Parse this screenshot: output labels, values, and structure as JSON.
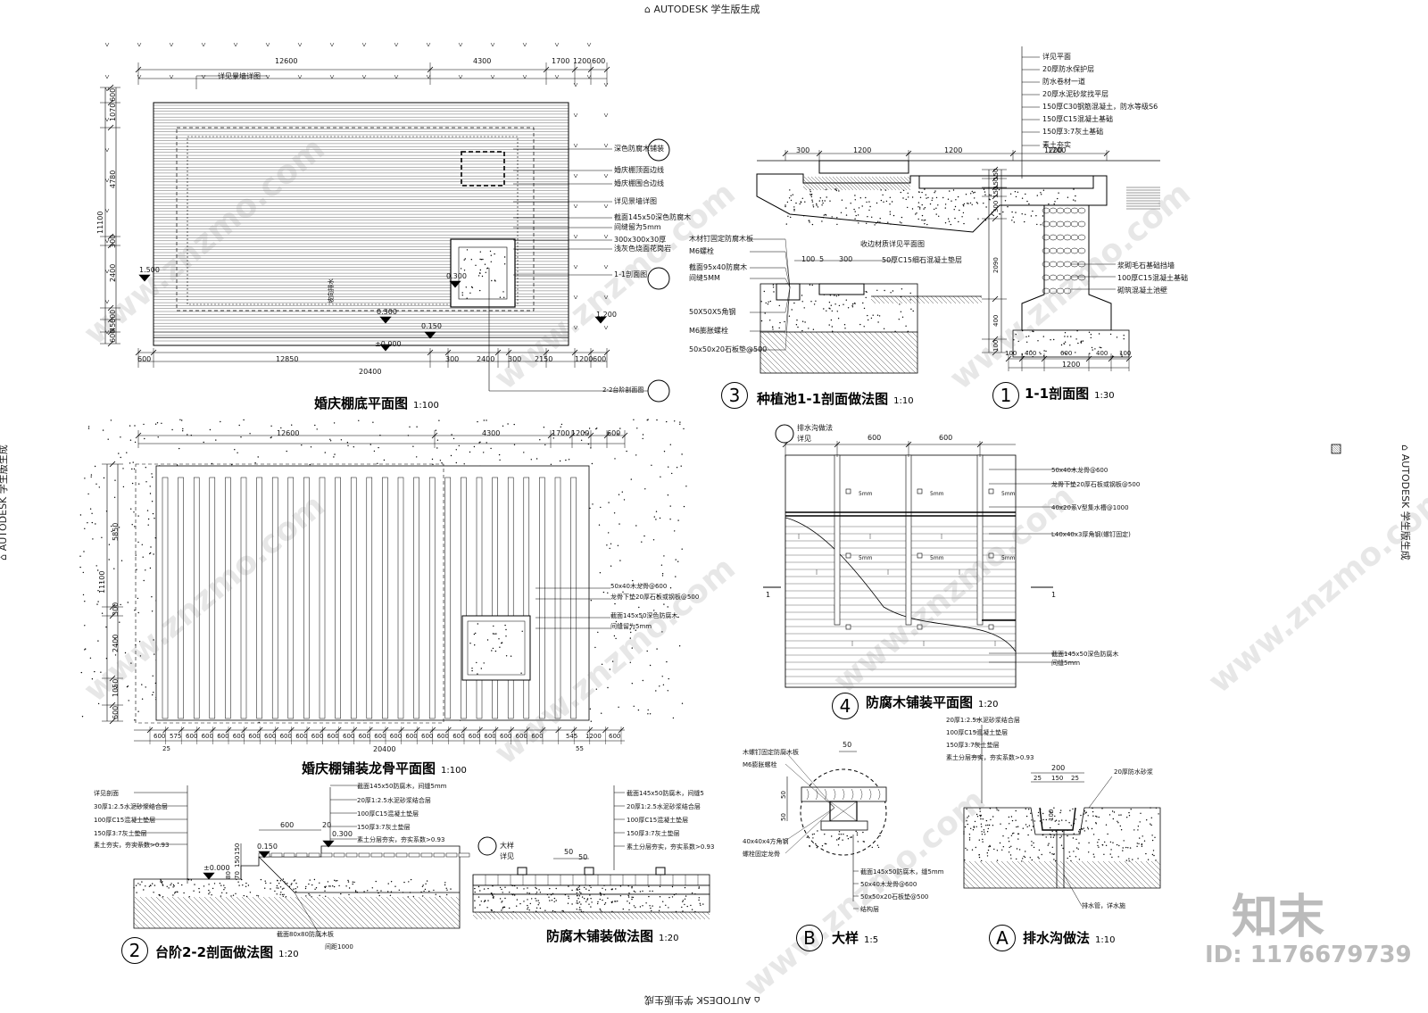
{
  "watermarks": {
    "top": "AUTODESK 学生版生成",
    "bottom": "AUTODESK 学生版生成",
    "left": "AUTODESK 学生版生成",
    "right": "AUTODESK 学生版生成",
    "site_ghost": "www.znzmo.com",
    "logo_text": "知末",
    "id_text": "ID: 1176679739"
  },
  "drawings": {
    "plan_base": {
      "title": "婚庆棚底平面图",
      "scale": "1:100"
    },
    "plan_keel": {
      "title": "婚庆棚铺装龙骨平面图",
      "scale": "1:100"
    },
    "sec_planter": {
      "num": "3",
      "title": "种植池1-1剖面做法图",
      "scale": "1:10"
    },
    "sec_11": {
      "num": "1",
      "title": "1-1剖面图",
      "scale": "1:30"
    },
    "plan_wood": {
      "num": "4",
      "title": "防腐木铺装平面图",
      "scale": "1:20"
    },
    "sec_step": {
      "num": "2",
      "title": "台阶2-2剖面做法图",
      "scale": "1:20"
    },
    "sec_wood": {
      "title": "防腐木铺装做法图",
      "scale": "1:20"
    },
    "detail_b": {
      "num": "B",
      "title": "大样",
      "scale": "1:5"
    },
    "detail_a": {
      "num": "A",
      "title": "排水沟做法",
      "scale": "1:10"
    }
  },
  "plan_base_dims": {
    "top": [
      "12600",
      "4300",
      "1700",
      "1200",
      "600"
    ],
    "bottom": [
      "600",
      "12850",
      "300",
      "2400",
      "300",
      "2150",
      "1200",
      "600"
    ],
    "total": "20400",
    "left": [
      "600",
      "1070",
      "4780",
      "300",
      "2400",
      "600",
      "450",
      "600"
    ],
    "left_total": "11100",
    "levels": [
      "1.500",
      "0.300",
      "0.300",
      "0.150",
      "±0.000",
      "1.200"
    ],
    "callouts": [
      "深色防腐木铺装",
      "婚庆棚顶面边线",
      "婚庆棚围合边线",
      "详见景墙详图",
      "截面145x50深色防腐木",
      "间缝留为5mm",
      "300x300x30厚",
      "浅灰色烧面花岗岩",
      "1-1剖面图",
      "2-2台阶剖面图",
      "详见景墙详图"
    ],
    "slope": "坡向排水"
  },
  "plan_keel_dims": {
    "top": [
      "12600",
      "4300",
      "1700",
      "1200",
      "600"
    ],
    "bottom_repeat": [
      "600",
      "575",
      "600",
      "545",
      "1200",
      "600"
    ],
    "total": "20400",
    "left": [
      "5850",
      "300",
      "2400",
      "1050",
      "600"
    ],
    "left_total": "11100",
    "end_marks": [
      "25",
      "55"
    ],
    "callouts": [
      "50x40木龙骨@600",
      "龙骨下垫20厚石板或钢板@500",
      "截面145x50深色防腐木",
      "间缝留为5mm"
    ]
  },
  "sec_planter_dims": {
    "top": [
      "300",
      "1200",
      "1200",
      "1200"
    ],
    "small": [
      "100",
      "5",
      "300"
    ],
    "callouts": [
      "木材钉固定防腐木板",
      "M6螺栓",
      "截面95x40防腐木",
      "间缝5MM",
      "收边材质详见平面图",
      "50厚C15细石混凝土垫层",
      "50X50X5角钢",
      "M6膨胀螺栓",
      "50x50x20石板垫@500"
    ]
  },
  "sec_11_dims": {
    "layers": [
      "详见平面",
      "20厚防水保护层",
      "防水卷材一道",
      "20厚水泥砂浆找平层",
      "150厚C30钢筋混凝土，防水等级S6",
      "150厚C15混凝土基础",
      "150厚3:7灰土基础",
      "素土夯实"
    ],
    "right": [
      "150",
      "150",
      "150",
      "300",
      "2090",
      "400",
      "100"
    ],
    "bottom": [
      "100",
      "400",
      "600",
      "400",
      "100"
    ],
    "total": "1200",
    "top": "1200",
    "callouts": [
      "浆砌毛石基础挡墙",
      "100厚C15混凝土基础",
      "砌筑混凝土池壁"
    ]
  },
  "plan_wood_dims": {
    "top": [
      "600",
      "600"
    ],
    "tag": "排水沟做法",
    "tag_see": "详见",
    "callouts": [
      "50x40木龙骨@600",
      "龙骨下垫20厚石板或钢板@500",
      "40x20系V型集水槽@1000",
      "L40x40x3厚角钢(螺钉固定)",
      "截面145x50深色防腐木",
      "间缝5mm"
    ],
    "section_mark": "1",
    "gap": "5mm"
  },
  "sec_step_dims": {
    "layers": [
      "详见剖面",
      "30厚1:2.5水泥砂浆结合层",
      "100厚C15混凝土垫层",
      "150厚3:7灰土垫层",
      "素土夯实，夯实系数>0.93"
    ],
    "layers_right": [
      "截面145x50防腐木，间缝5mm",
      "20厚1:2.5水泥砂浆结合层",
      "100厚C15混凝土垫层",
      "150厚3:7灰土垫层",
      "素土分层夯实，夯实系数>0.93"
    ],
    "dims": [
      "600",
      "20",
      "150",
      "150",
      "80",
      "70"
    ],
    "levels": [
      "0.150",
      "0.300",
      "±0.000"
    ],
    "bottom": [
      "截面80x80防腐木板",
      "间距1000"
    ]
  },
  "sec_wood_dims": {
    "layers": [
      "截面145x50防腐木，间缝5",
      "20厚1:2.5水泥砂浆结合层",
      "100厚C15混凝土垫层",
      "150厚3:7灰土垫层",
      "素土分层夯实，夯实系数>0.93"
    ],
    "tag": "大样",
    "tag_see": "详见",
    "dims": [
      "50",
      "50"
    ]
  },
  "detail_b_dims": {
    "top": "50",
    "left": [
      "50",
      "50"
    ],
    "callouts": [
      "木螺钉固定防腐木板",
      "M6膨胀螺栓",
      "40x40x4方角钢",
      "螺栓固定龙骨",
      "截面145x50防腐木，缝5mm",
      "50x40木龙骨@600",
      "50x50x20石板垫@500",
      "结构层"
    ]
  },
  "detail_a_dims": {
    "layers": [
      "20厚1:2.5水泥砂浆结合层",
      "100厚C15混凝土垫层",
      "150厚3:7灰土垫层",
      "素土分层夯实，夯实系数>0.93"
    ],
    "top": "200",
    "sub": [
      "25",
      "150",
      "25"
    ],
    "depth": "100",
    "callouts": [
      "20厚防水砂浆",
      "排水管，详水施"
    ]
  }
}
